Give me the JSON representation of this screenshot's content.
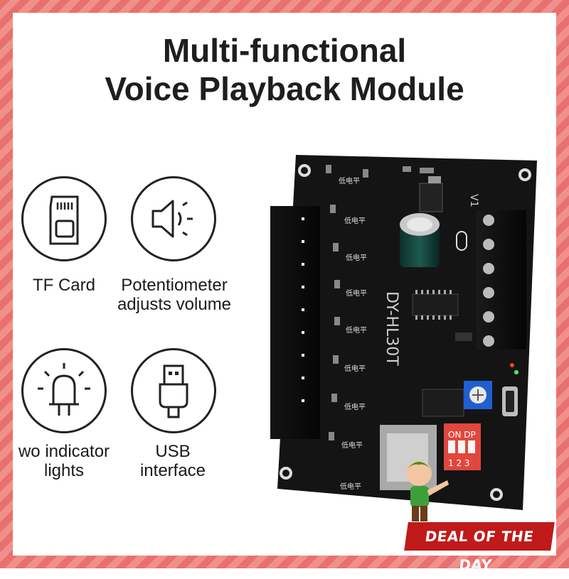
{
  "title": {
    "line1": "Multi-functional",
    "line2": "Voice Playback Module"
  },
  "features": [
    {
      "icon": "sd-card-icon",
      "label_line1": "TF Card",
      "label_line2": ""
    },
    {
      "icon": "speaker-icon",
      "label_line1": "Potentiometer",
      "label_line2": "adjusts volume"
    },
    {
      "icon": "led-icon",
      "label_line1": "wo indicator",
      "label_line2": "lights"
    },
    {
      "icon": "usb-icon",
      "label_line1": "USB",
      "label_line2": "interface"
    }
  ],
  "board": {
    "model": "DY-HL30T",
    "pad_label": "低电平",
    "dip_label": "ON DP",
    "dip_numbers": "1 2 3",
    "corner_label": "V1"
  },
  "badge": {
    "text": "DEAL OF THE DAY"
  },
  "colors": {
    "border": "#e8706f",
    "board": "#141414",
    "badge": "#c01a1a",
    "pot": "#1f5fd0",
    "dip": "#e0473d"
  }
}
